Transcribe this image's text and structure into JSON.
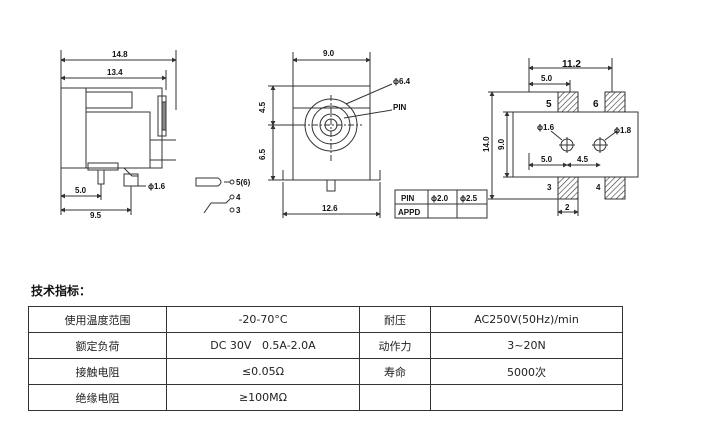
{
  "drawing": {
    "side_view": {
      "top_width": "14.8",
      "inner_width": "13.4",
      "left_offset": "5.0",
      "bottom_width": "9.5",
      "pin_dia": "ϕ1.6"
    },
    "front_view": {
      "width": "9.0",
      "hole_dia": "ϕ6.4",
      "pin_label": "PIN",
      "upper_height": "4.5",
      "lower_height": "6.5",
      "base_width": "12.6"
    },
    "plug_labels": [
      "5(6)",
      "4",
      "3"
    ],
    "pin_table": {
      "row1": [
        "PIN",
        "ϕ2.0",
        "ϕ2.5"
      ],
      "row2": [
        "APPD",
        "",
        ""
      ]
    },
    "footprint": {
      "width": "11.2",
      "top_offset": "5.0",
      "pad_labels": [
        "5",
        "6",
        "3",
        "4"
      ],
      "hole_left": "ϕ1.6",
      "hole_right": "ϕ1.8",
      "height_outer": "14.0",
      "height_inner": "9.0",
      "bottom_left": "5.0",
      "bottom_right": "4.5",
      "pad_width": "2"
    }
  },
  "specs": {
    "heading": "技术指标：",
    "rows": [
      [
        "使用温度范围",
        "-20-70°C",
        "耐压",
        "AC250V(50Hz)/min"
      ],
      [
        "额定负荷",
        "DC 30V   0.5A-2.0A",
        "动作力",
        "3~20N"
      ],
      [
        "接触电阻",
        "≤0.05Ω",
        "寿命",
        "5000次"
      ],
      [
        "绝缘电阻",
        "≥100MΩ",
        "",
        ""
      ]
    ]
  }
}
